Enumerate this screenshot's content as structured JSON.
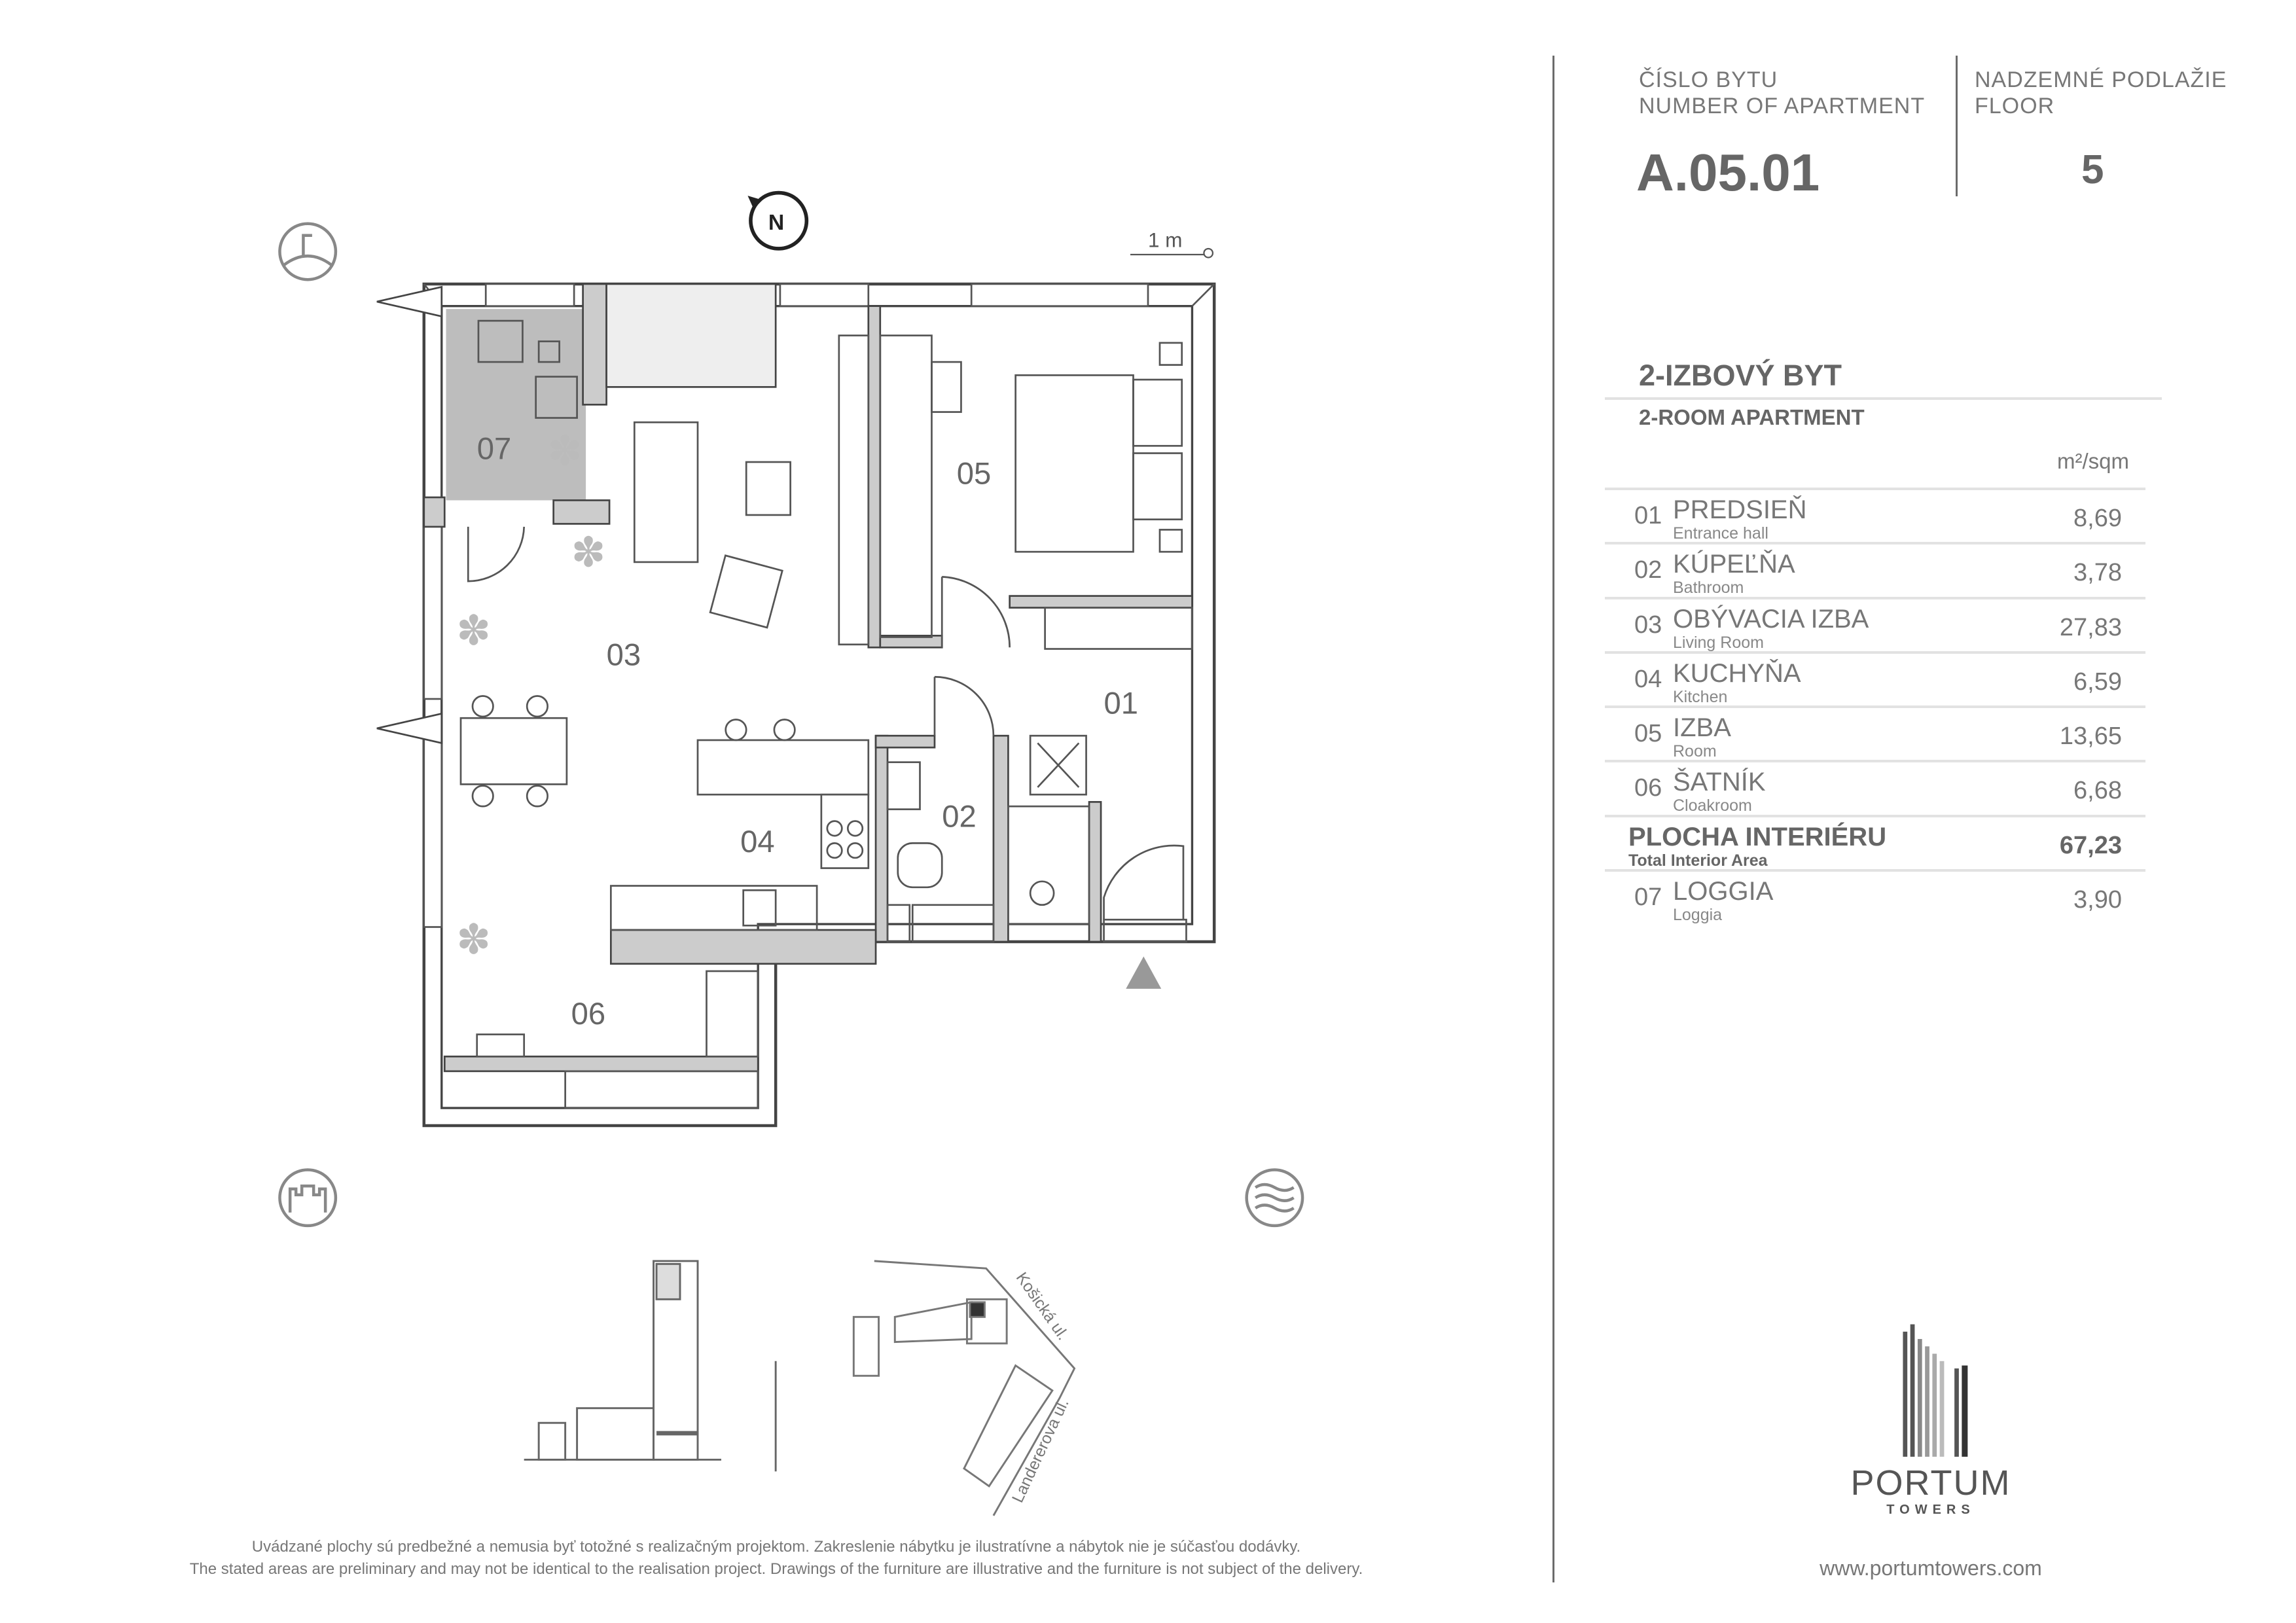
{
  "header": {
    "apartment_label_sk": "ČÍSLO BYTU",
    "apartment_label_en": "NUMBER OF APARTMENT",
    "apartment_number": "A.05.01",
    "floor_label_sk": "NADZEMNÉ PODLAŽIE",
    "floor_label_en": "FLOOR",
    "floor_number": "5"
  },
  "type": {
    "sk": "2-IZBOVÝ BYT",
    "en": "2-ROOM APARTMENT"
  },
  "unit": "m²/sqm",
  "rooms": [
    {
      "num": "01",
      "sk": "PREDSIEŇ",
      "en": "Entrance hall",
      "area": "8,69"
    },
    {
      "num": "02",
      "sk": "KÚPEĽŇA",
      "en": "Bathroom",
      "area": "3,78"
    },
    {
      "num": "03",
      "sk": "OBÝVACIA IZBA",
      "en": "Living Room",
      "area": "27,83"
    },
    {
      "num": "04",
      "sk": "KUCHYŇA",
      "en": "Kitchen",
      "area": "6,59"
    },
    {
      "num": "05",
      "sk": "IZBA",
      "en": "Room",
      "area": "13,65"
    },
    {
      "num": "06",
      "sk": "ŠATNÍK",
      "en": "Cloakroom",
      "area": "6,68"
    }
  ],
  "total": {
    "sk": "PLOCHA INTERIÉRU",
    "en": "Total Interior Area",
    "area": "67,23"
  },
  "loggia": {
    "num": "07",
    "sk": "LOGGIA",
    "en": "Loggia",
    "area": "3,90"
  },
  "plan": {
    "north": "N",
    "scale": "1 m",
    "labels": {
      "r01": "01",
      "r02": "02",
      "r03": "03",
      "r04": "04",
      "r05": "05",
      "r06": "06",
      "r07": "07"
    },
    "icons": [
      "mountain-view-icon",
      "castle-view-icon",
      "river-view-icon",
      "entrance-arrow-icon",
      "compass-icon"
    ]
  },
  "site": {
    "street1": "Košická ul.",
    "street2": "Landererova ul."
  },
  "brand": {
    "name": "PORTUM",
    "sub": "TOWERS",
    "url": "www.portumtowers.com"
  },
  "disclaimer": {
    "sk": "Uvádzané plochy sú predbežné a nemusia byť totožné s realizačným projektom. Zakreslenie nábytku je ilustratívne a nábytok nie je súčasťou dodávky.",
    "en": "The stated areas are preliminary and may not be identical to the realisation project. Drawings of the furniture are illustrative and the furniture is not subject of the delivery."
  }
}
